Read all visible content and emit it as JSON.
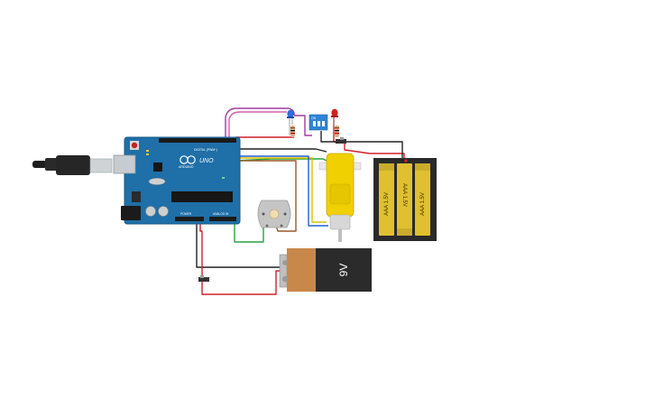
{
  "arduino": {
    "brand_text": "ARDUINO",
    "model_text": "UNO",
    "digital_label": "DIGITAL (PWM~)",
    "power_label": "POWER",
    "analog_label": "ANALOG IN",
    "board_color": "#1f6fa8"
  },
  "nine_volt_battery": {
    "label": "9V",
    "body_color": "#2b2b2b",
    "cap_color": "#c8884a"
  },
  "aaa_pack": {
    "cells": [
      "AAA 1.5V",
      "AAA 1.5V",
      "AAA 1.5V"
    ],
    "cell_color": "#e0c030"
  },
  "dip_switch": {
    "label": "ON"
  },
  "wire_colors": {
    "red": "#d0202a",
    "black": "#222222",
    "green": "#2aa040",
    "yellow": "#e0c000",
    "blue": "#2060d0",
    "brown": "#9a5a2a",
    "purple": "#a03aa0",
    "pink": "#d060b0"
  }
}
